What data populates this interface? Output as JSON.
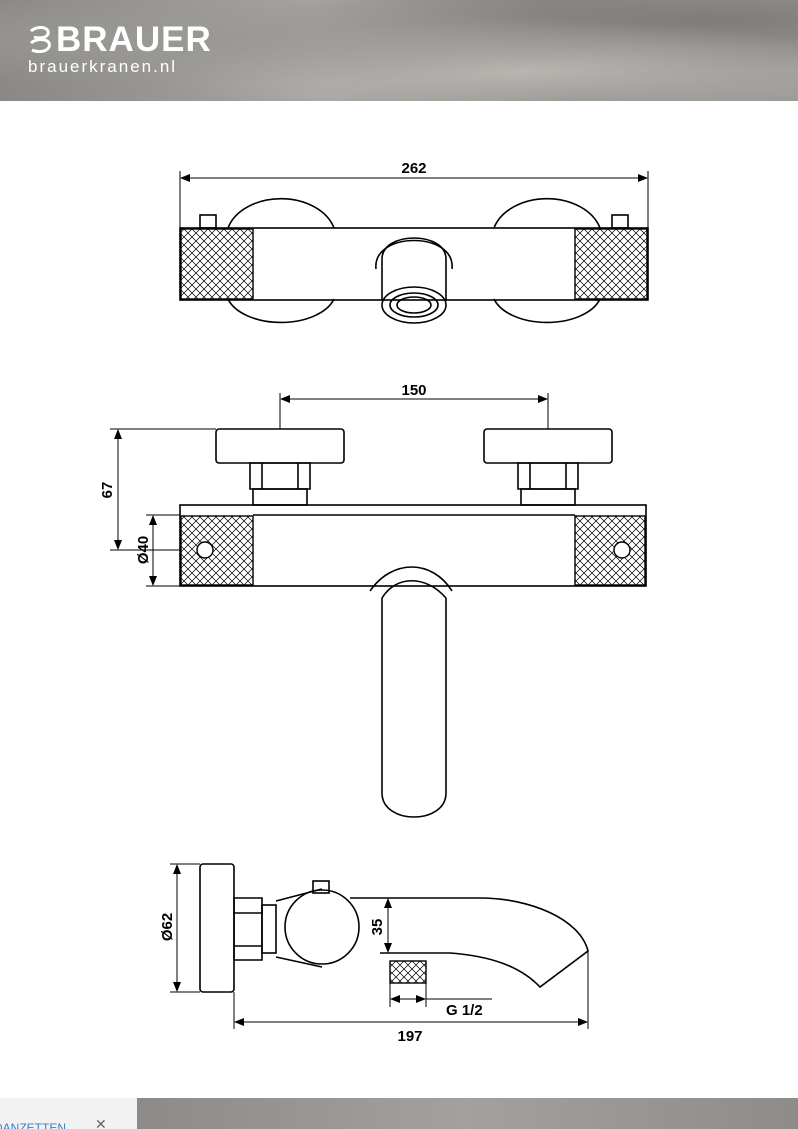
{
  "header": {
    "brand": "BRAUER",
    "website": "brauerkranen.nl"
  },
  "drawing": {
    "top_view": {
      "width_label": "262"
    },
    "front_view": {
      "center_distance_label": "150",
      "height_label": "67",
      "body_diameter_label": "Ø40"
    },
    "side_view": {
      "knob_diameter_label": "Ø62",
      "spout_offset_label": "35",
      "connection_label": "G 1/2",
      "depth_label": "197"
    }
  },
  "footer": {
    "tab_label": "DANZETTEN",
    "close_icon": "close-icon"
  }
}
